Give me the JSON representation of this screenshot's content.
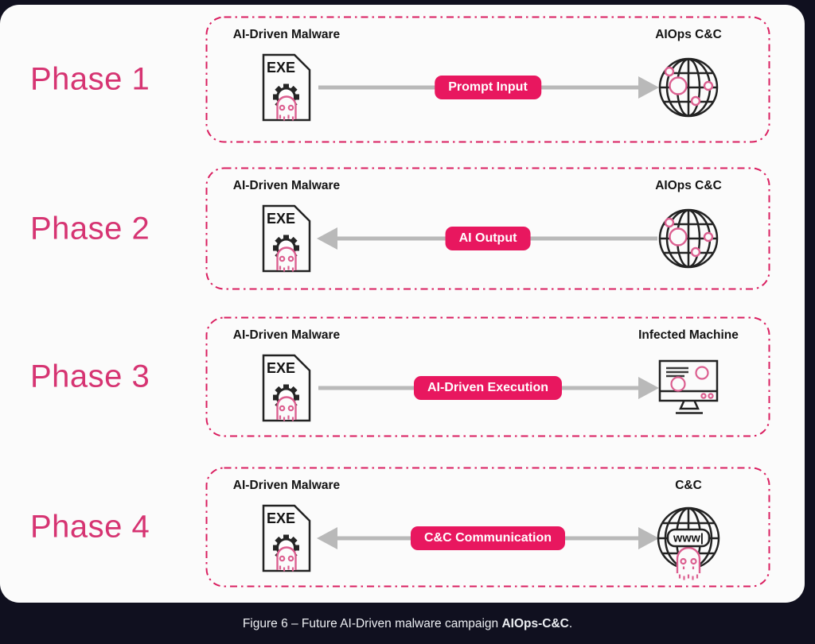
{
  "figure": {
    "phases": [
      {
        "name": "Phase 1",
        "source": "AI-Driven Malware",
        "target": "AIOps C&C",
        "action": "Prompt Input",
        "direction": "right",
        "target_icon": "globe-nodes-icon"
      },
      {
        "name": "Phase 2",
        "source": "AI-Driven Malware",
        "target": "AIOps C&C",
        "action": "AI Output",
        "direction": "left",
        "target_icon": "globe-nodes-icon"
      },
      {
        "name": "Phase 3",
        "source": "AI-Driven Malware",
        "target": "Infected Machine",
        "action": "AI-Driven Execution",
        "direction": "right",
        "target_icon": "infected-machine-icon"
      },
      {
        "name": "Phase 4",
        "source": "AI-Driven Malware",
        "target": "C&C",
        "action": "C&C Communication",
        "direction": "both",
        "target_icon": "globe-www-icon"
      }
    ],
    "exe_label": "EXE",
    "www_label": "www|",
    "caption": {
      "prefix": "Figure 6 – Future AI-Driven malware campaign ",
      "bold": "AIOps-C&C",
      "suffix": "."
    }
  },
  "colors": {
    "page_background": "#10101f",
    "card_background": "#fbfbfb",
    "accent_pink": "#e8175f",
    "phase_pink": "#d63472",
    "dash_pink": "#da1f60",
    "ghost_pink": "#dc5f90",
    "arrow_gray": "#b9b9b9",
    "outline_dark": "#222222",
    "caption_text": "#eceef2"
  }
}
